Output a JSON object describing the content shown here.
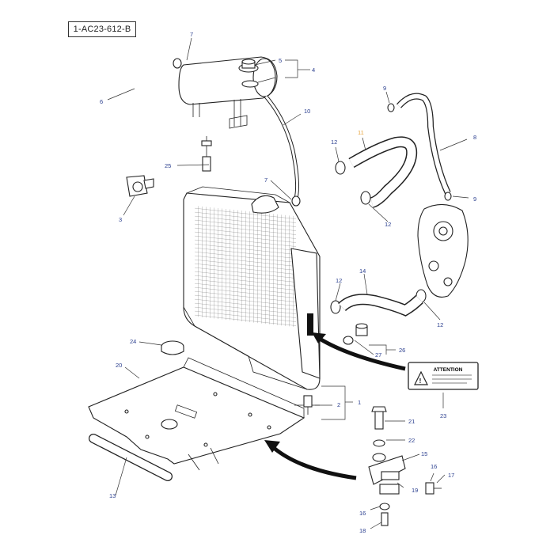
{
  "reference_code": "1-AC23-612-B",
  "warning_label": {
    "title": "ATTENTION"
  },
  "callouts": {
    "c1": "1",
    "c2": "2",
    "c3": "3",
    "c4": "4",
    "c5": "5",
    "c6": "6",
    "c7a": "7",
    "c7b": "7",
    "c8": "8",
    "c9a": "9",
    "c9b": "9",
    "c10": "10",
    "c11": "11",
    "c12a": "12",
    "c12b": "12",
    "c12c": "12",
    "c12d": "12",
    "c13": "13",
    "c14": "14",
    "c15": "15",
    "c16a": "16",
    "c16b": "16",
    "c17": "17",
    "c18": "18",
    "c19": "19",
    "c20": "20",
    "c21": "21",
    "c22": "22",
    "c23": "23",
    "c24": "24",
    "c25": "25",
    "c26": "26",
    "c27": "27"
  },
  "colors": {
    "callout": "#2b3f8f",
    "highlight": "#e8a33a",
    "line": "#222222"
  }
}
